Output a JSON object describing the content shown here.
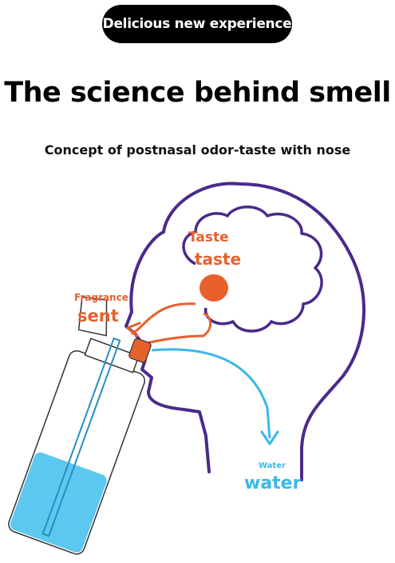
{
  "badge": {
    "text": "Delicious new experience"
  },
  "headline": "The science behind smell",
  "subheadline": "Concept of postnasal odor-taste with nose",
  "labels": {
    "taste_small": "Taste",
    "taste_big": "taste",
    "fragrance_small": "Fragrance",
    "fragrance_big": "sent",
    "water_small": "Water",
    "water_big": "water"
  },
  "colors": {
    "outline": "#4a2a8a",
    "orange": "#e8602c",
    "water_blue": "#3bb8e6",
    "bottle_water": "#5cc8ef"
  }
}
